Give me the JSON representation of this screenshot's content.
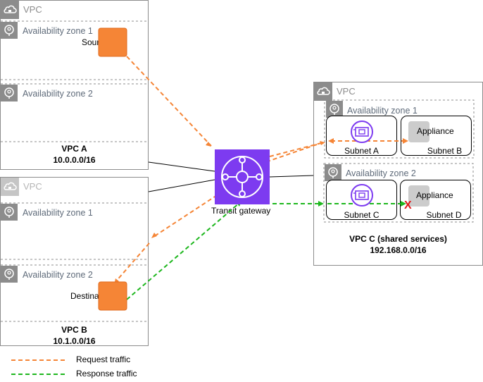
{
  "vpc_a": {
    "tag": "VPC",
    "az1": "Availability zone 1",
    "az2": "Availability zone 2",
    "source_label": "Source",
    "name": "VPC A",
    "cidr": "10.0.0.0/16"
  },
  "vpc_b": {
    "tag": "VPC",
    "az1": "Availability zone 1",
    "az2": "Availability zone 2",
    "destination_label": "Destination",
    "name": "VPC B",
    "cidr": "10.1.0.0/16"
  },
  "vpc_c": {
    "tag": "VPC",
    "az1": "Availability zone 1",
    "az2": "Availability zone 2",
    "subnet_a": "Subnet A",
    "subnet_b": "Subnet B",
    "subnet_c": "Subnet C",
    "subnet_d": "Subnet D",
    "appliance_b": "Appliance",
    "appliance_d": "Appliance",
    "name": "VPC C (shared services)",
    "cidr": "192.168.0.0/16"
  },
  "transit_gateway": {
    "label": "Transit gateway"
  },
  "drop_marker": "X",
  "legend": {
    "request": "Request traffic",
    "response": "Response traffic"
  },
  "colors": {
    "request": "#f58536",
    "response": "#1eb71e",
    "tgw": "#7d3bf0",
    "instance": "#f58536",
    "drop": "#e0191b"
  }
}
